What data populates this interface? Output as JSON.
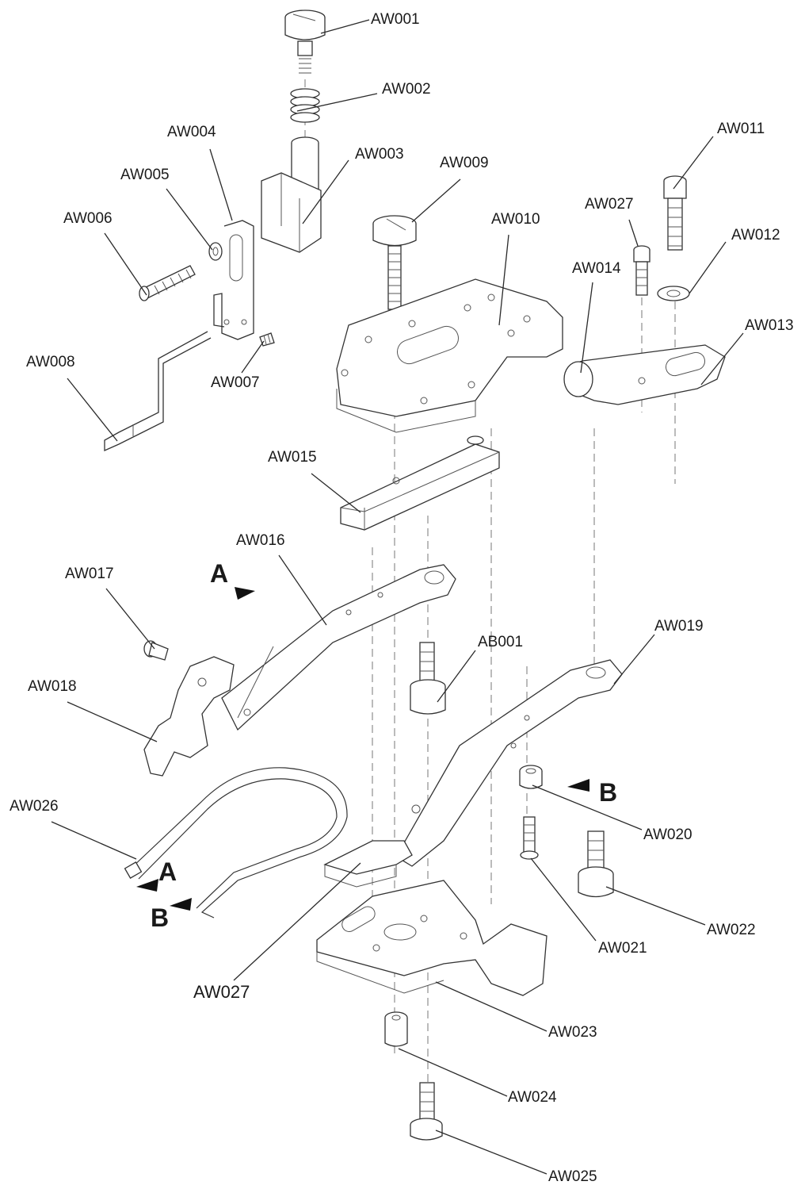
{
  "parts": [
    {
      "id": "aw001",
      "label": "AW001"
    },
    {
      "id": "aw002",
      "label": "AW002"
    },
    {
      "id": "aw003",
      "label": "AW003"
    },
    {
      "id": "aw004",
      "label": "AW004"
    },
    {
      "id": "aw005",
      "label": "AW005"
    },
    {
      "id": "aw006",
      "label": "AW006"
    },
    {
      "id": "aw007",
      "label": "AW007"
    },
    {
      "id": "aw008",
      "label": "AW008"
    },
    {
      "id": "aw009",
      "label": "AW009"
    },
    {
      "id": "aw010",
      "label": "AW010"
    },
    {
      "id": "aw011",
      "label": "AW011"
    },
    {
      "id": "aw012",
      "label": "AW012"
    },
    {
      "id": "aw013",
      "label": "AW013"
    },
    {
      "id": "aw014",
      "label": "AW014"
    },
    {
      "id": "aw027-top",
      "label": "AW027"
    },
    {
      "id": "aw015",
      "label": "AW015"
    },
    {
      "id": "aw016",
      "label": "AW016"
    },
    {
      "id": "aw017",
      "label": "AW017"
    },
    {
      "id": "aw018",
      "label": "AW018"
    },
    {
      "id": "aw019",
      "label": "AW019"
    },
    {
      "id": "ab001",
      "label": "AB001"
    },
    {
      "id": "aw020",
      "label": "AW020"
    },
    {
      "id": "aw021",
      "label": "AW021"
    },
    {
      "id": "aw022",
      "label": "AW022"
    },
    {
      "id": "aw026",
      "label": "AW026"
    },
    {
      "id": "aw027-bottom",
      "label": "AW027"
    },
    {
      "id": "aw023",
      "label": "AW023"
    },
    {
      "id": "aw024",
      "label": "AW024"
    },
    {
      "id": "aw025",
      "label": "AW025"
    }
  ],
  "section_marks": [
    {
      "id": "a-top",
      "label": "A"
    },
    {
      "id": "b-right",
      "label": "B"
    },
    {
      "id": "a-bottom",
      "label": "A"
    },
    {
      "id": "b-bottom",
      "label": "B"
    }
  ]
}
